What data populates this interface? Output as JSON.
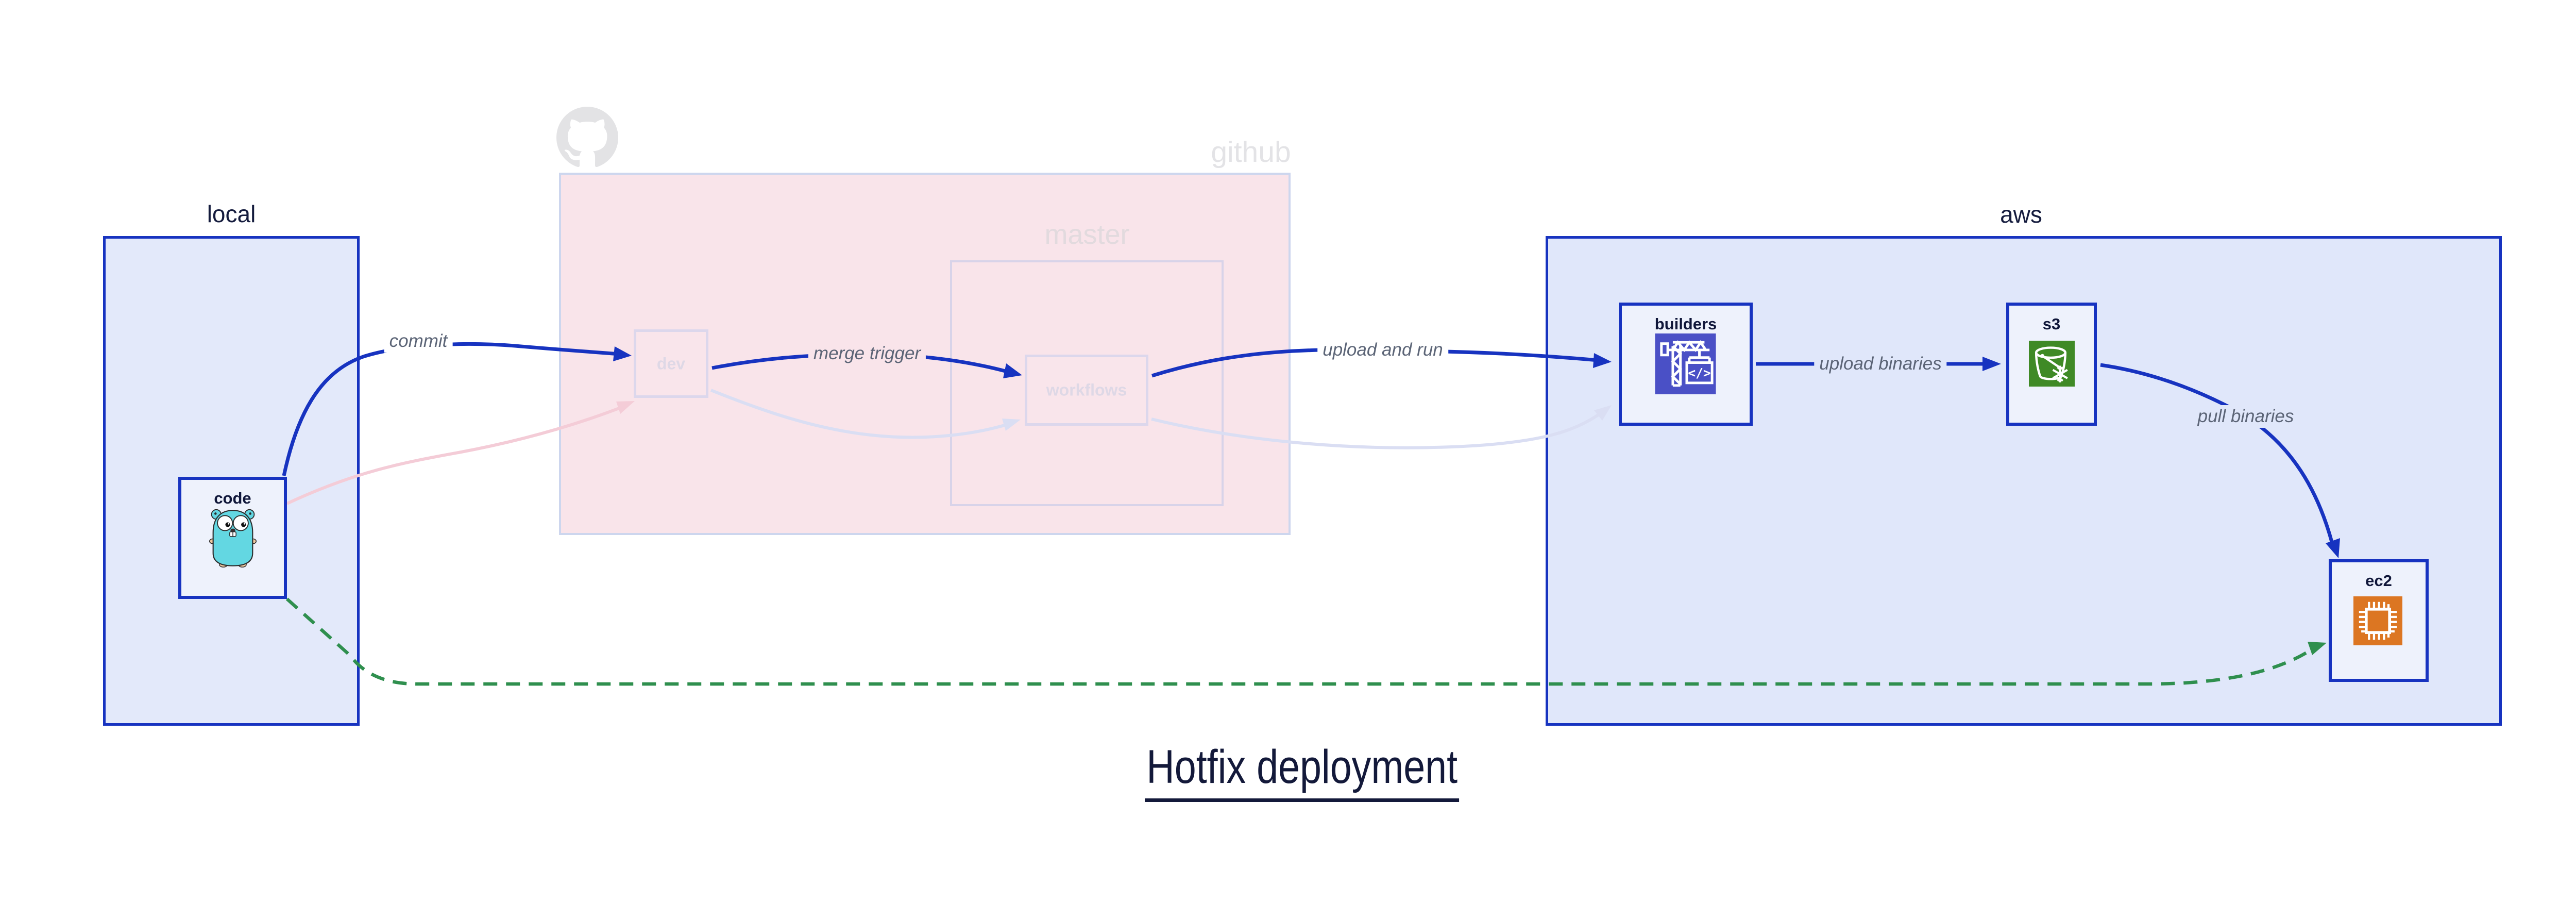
{
  "title": "Hotfix deployment",
  "groups": {
    "local": {
      "label": "local"
    },
    "github": {
      "label": "github"
    },
    "master": {
      "label": "master"
    },
    "aws": {
      "label": "aws"
    }
  },
  "nodes": {
    "code": {
      "label": "code",
      "icon": "go-gopher-icon"
    },
    "dev": {
      "label": "dev",
      "state": "faded"
    },
    "workflows": {
      "label": "workflows",
      "state": "faded"
    },
    "builders": {
      "label": "builders",
      "icon": "aws-codebuild-icon"
    },
    "s3": {
      "label": "s3",
      "icon": "aws-s3-glacier-icon"
    },
    "ec2": {
      "label": "ec2",
      "icon": "aws-ec2-icon"
    }
  },
  "edges": [
    {
      "label": "commit",
      "from": "code",
      "to": "dev",
      "style": "solid-blue"
    },
    {
      "label": "merge trigger",
      "from": "dev",
      "to": "workflows",
      "style": "solid-blue"
    },
    {
      "label": "upload and run",
      "from": "workflows",
      "to": "builders",
      "style": "solid-blue"
    },
    {
      "label": "upload binaries",
      "from": "builders",
      "to": "s3",
      "style": "solid-blue"
    },
    {
      "label": "pull binaries",
      "from": "s3",
      "to": "ec2",
      "style": "solid-blue"
    },
    {
      "label": "",
      "from": "code",
      "to": "ec2",
      "style": "dashed-green-hotfix"
    },
    {
      "label": "",
      "from": "code",
      "to": "dev",
      "style": "faded-pink"
    },
    {
      "label": "",
      "from": "dev",
      "to": "workflows",
      "style": "faded-lavender"
    },
    {
      "label": "",
      "from": "workflows",
      "to": "builders",
      "style": "faded-lavender"
    }
  ],
  "colors": {
    "accent_blue": "#1733c0",
    "hotfix_green": "#2f8f4e",
    "faded_pink": "#f4ccd7",
    "faded_lavender": "#dadef3",
    "group_fill_blue": "#e0e7fa",
    "group_fill_pink": "#f9e4ea",
    "codebuild_indigo": "#4a50c6",
    "s3_green": "#3f8a26",
    "ec2_orange": "#dc7622",
    "text_navy": "#13193a",
    "edge_label_gray": "#5b6476"
  }
}
